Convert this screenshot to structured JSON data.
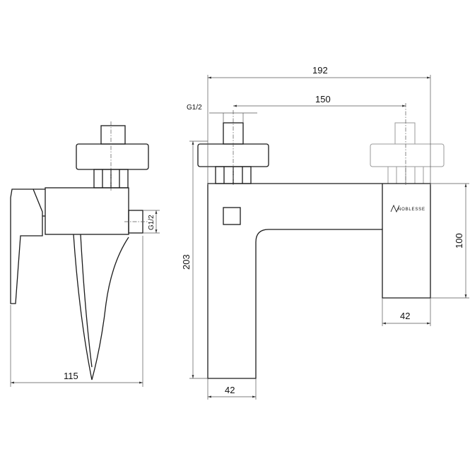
{
  "dimensions": {
    "side_depth": "115",
    "side_thread": "G1/2",
    "overall_width": "192",
    "center_distance": "150",
    "front_thread": "G1/2",
    "total_height": "203",
    "body_width_bottom": "42",
    "right_block_height": "100",
    "right_block_width": "42"
  },
  "brand_logo": "NOBLESSE",
  "colors": {
    "line": "#1a1a1a",
    "dimension": "#555555",
    "ghost": "#9a9a9a"
  }
}
